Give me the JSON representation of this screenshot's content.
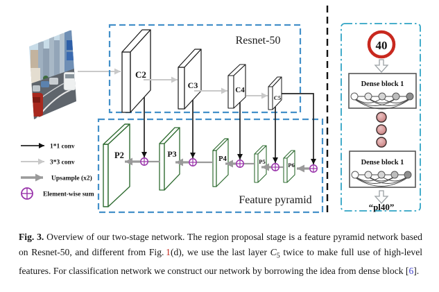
{
  "figure": {
    "resnet_box_label": "Resnet-50",
    "pyramid_box_label": "Feature pyramid",
    "c_blocks": [
      "C2",
      "C3",
      "C4",
      "C5"
    ],
    "p_blocks": [
      "P2",
      "P3",
      "P4",
      "P5",
      "P6"
    ],
    "legend": {
      "conv1x1": "1*1 conv",
      "conv3x3": "3*3 conv",
      "upsample": "Upsample (x2)",
      "elementwise": "Element-wise sum"
    },
    "classifier": {
      "sign_text": "40",
      "dense_block_1": "Dense block 1",
      "dense_block_2": "Dense block 1",
      "output_label": "“pl40”"
    },
    "colors": {
      "box_dash_blue": "#4390c9",
      "right_box_dash": "#2fa3c4",
      "green_block": "#2e6b30",
      "purple_sum": "#9933aa",
      "conv3x3_gray": "#c9c9c9",
      "upsample_gray": "#9a9a9a",
      "conv1x1_black": "#111111",
      "sign_red": "#c8281e",
      "dot_pink": "#d89090",
      "figref_red": "#c42a1c",
      "citation_blue": "#4040cc"
    }
  },
  "caption": {
    "fig_label": "Fig. 3.",
    "t1": " Overview of our two-stage network. The region proposal stage is a feature pyramid network based on Resnet-50, and different from Fig. ",
    "ref1": "1",
    "t2": "(d), we use the last layer ",
    "c5_base": "C",
    "c5_sub": "5",
    "t3": " twice to make full use of high-level features. For classification network we construct our network by borrowing the idea from dense block [",
    "ref2": "6",
    "t4": "]."
  }
}
